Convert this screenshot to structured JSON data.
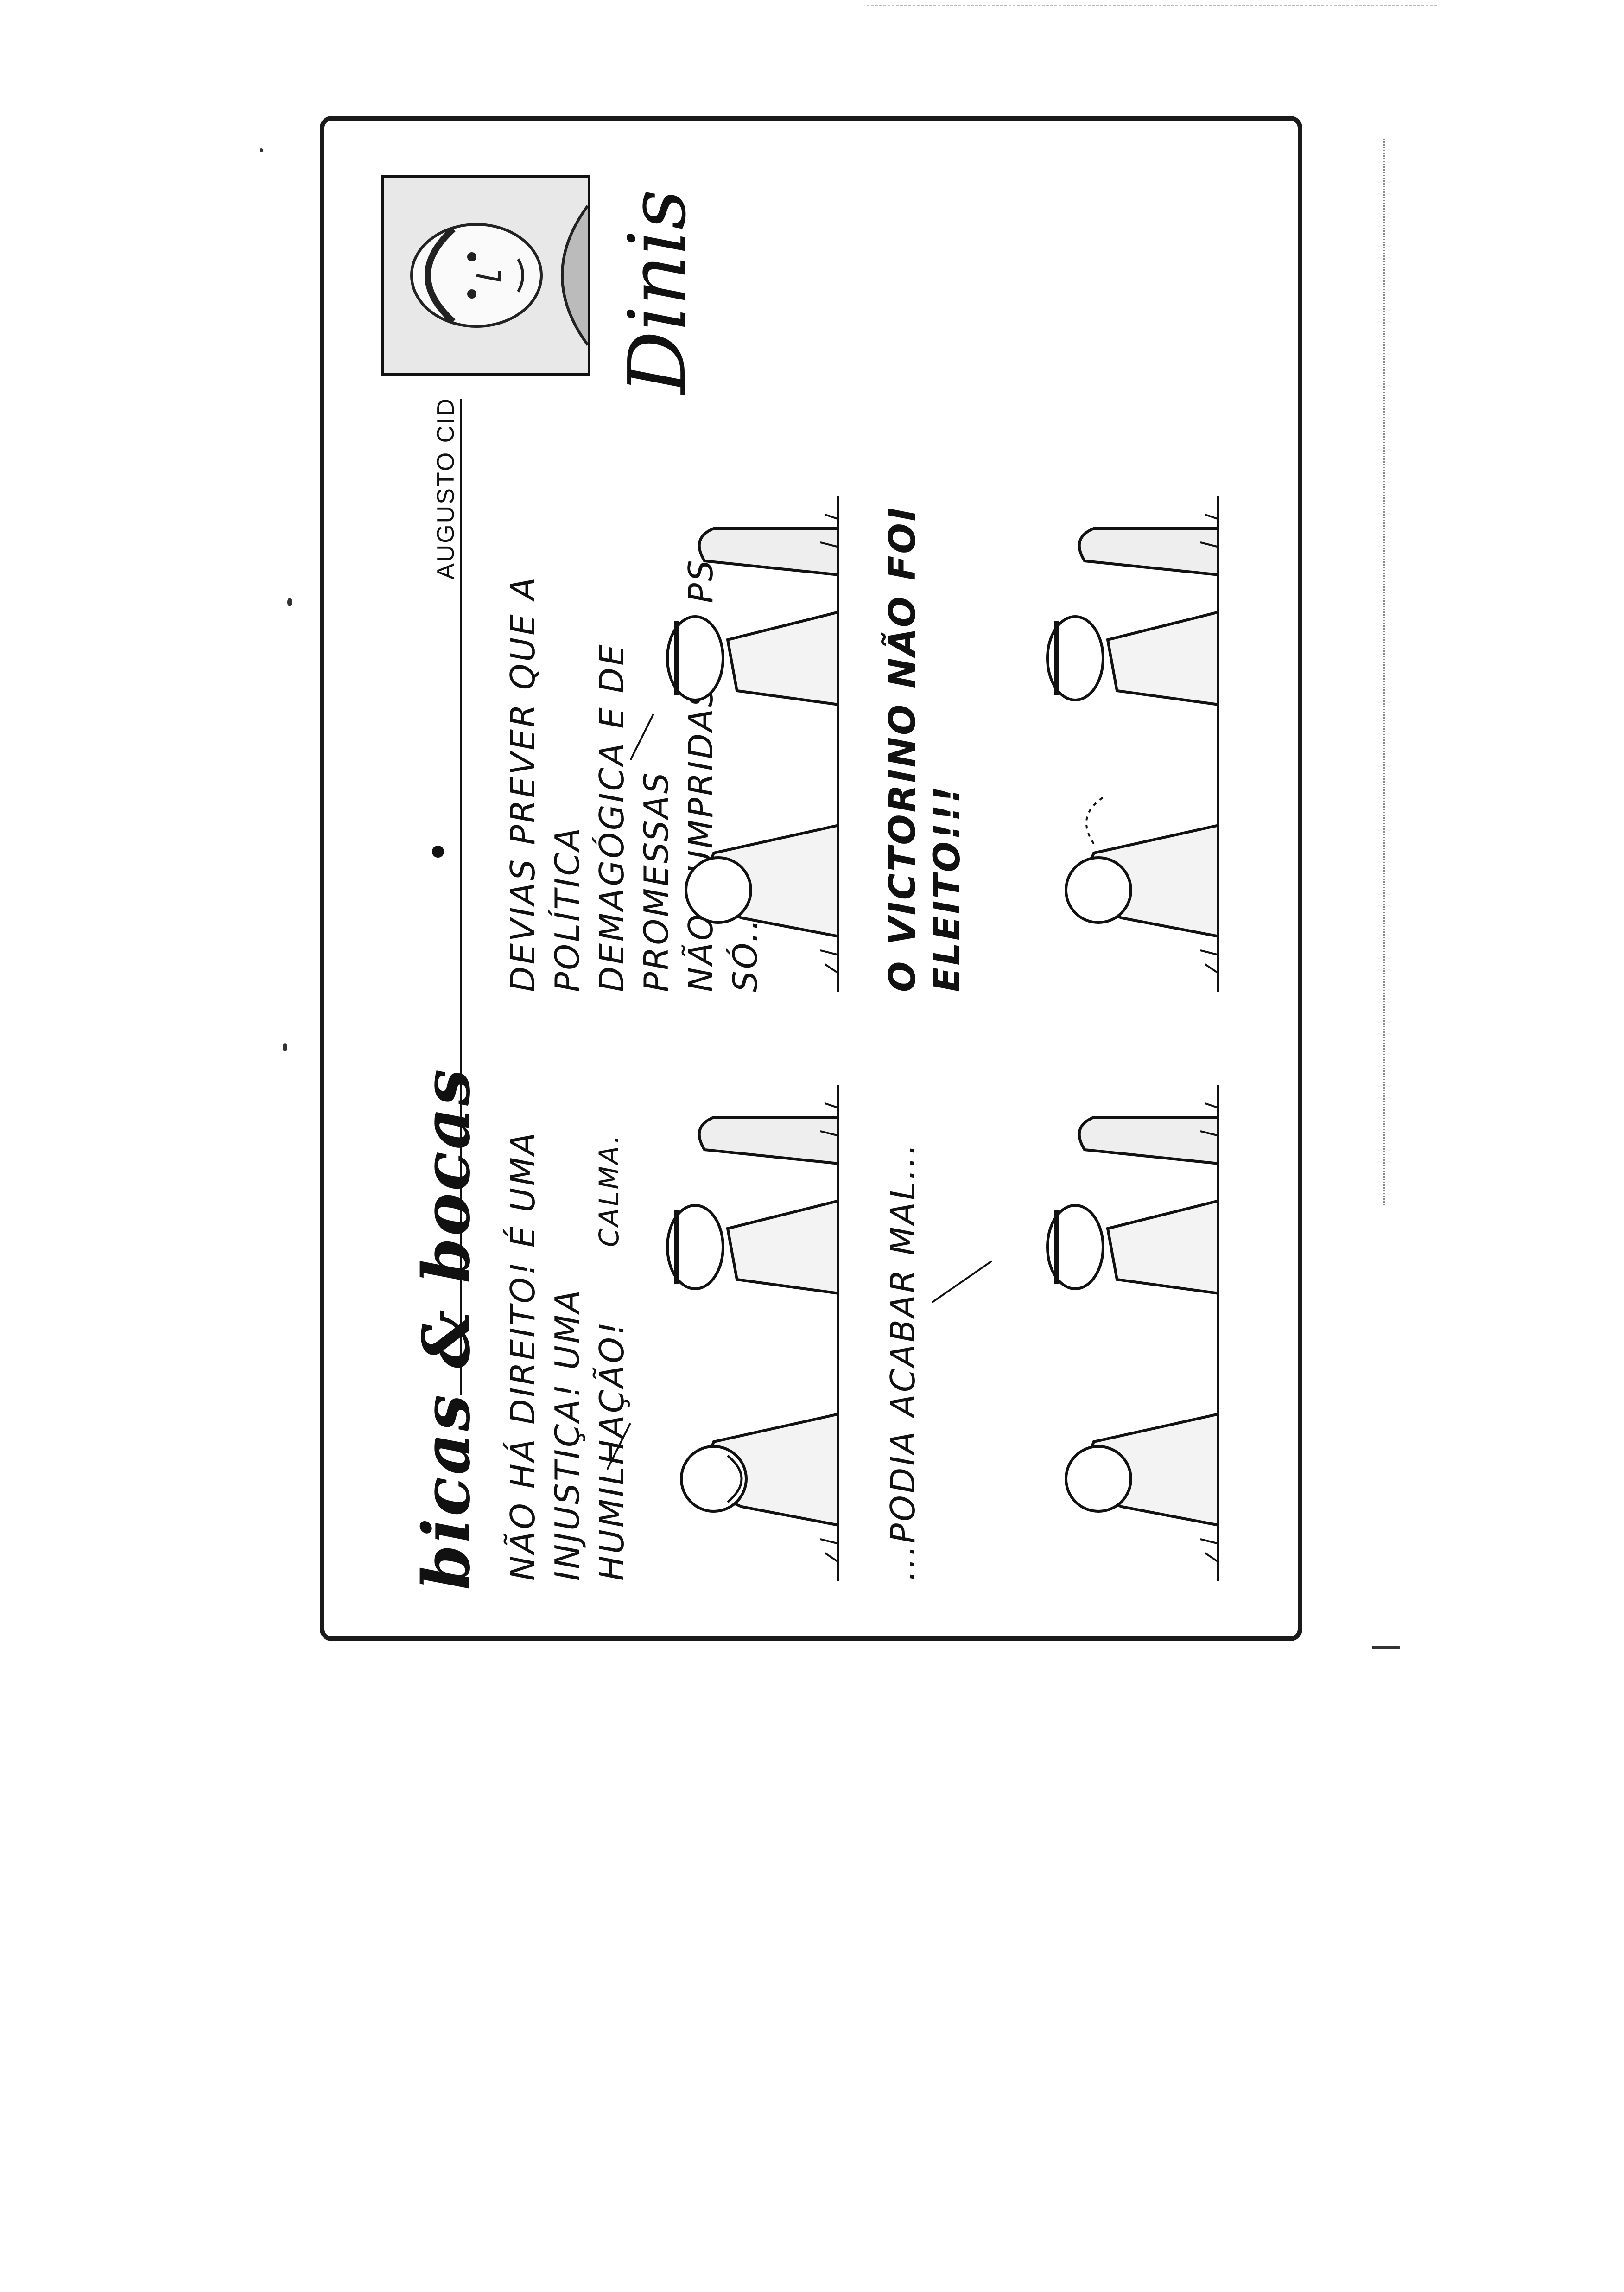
{
  "document": {
    "logo_text": "bicas & bocas",
    "author": "AUGUSTO CID",
    "signature": "Dinis"
  },
  "panels": [
    {
      "caption": "NÃO HÁ DIREITO! É UMA\nINJUSTIÇA! UMA HUMILHAÇÃO!",
      "reply": "CALMA."
    },
    {
      "caption": "DEVIAS PREVER QUE A POLÍTICA\nDEMAGÓGICA E DE PROMESSAS\nNÃO CUMPRIDAS DO PS SÓ..."
    },
    {
      "caption": "...PODIA ACABAR MAL..."
    },
    {
      "caption": "O VICTORINO NÃO FOI ELEITO!!!"
    }
  ],
  "colors": {
    "ink": "#111111",
    "paper": "#ffffff"
  }
}
